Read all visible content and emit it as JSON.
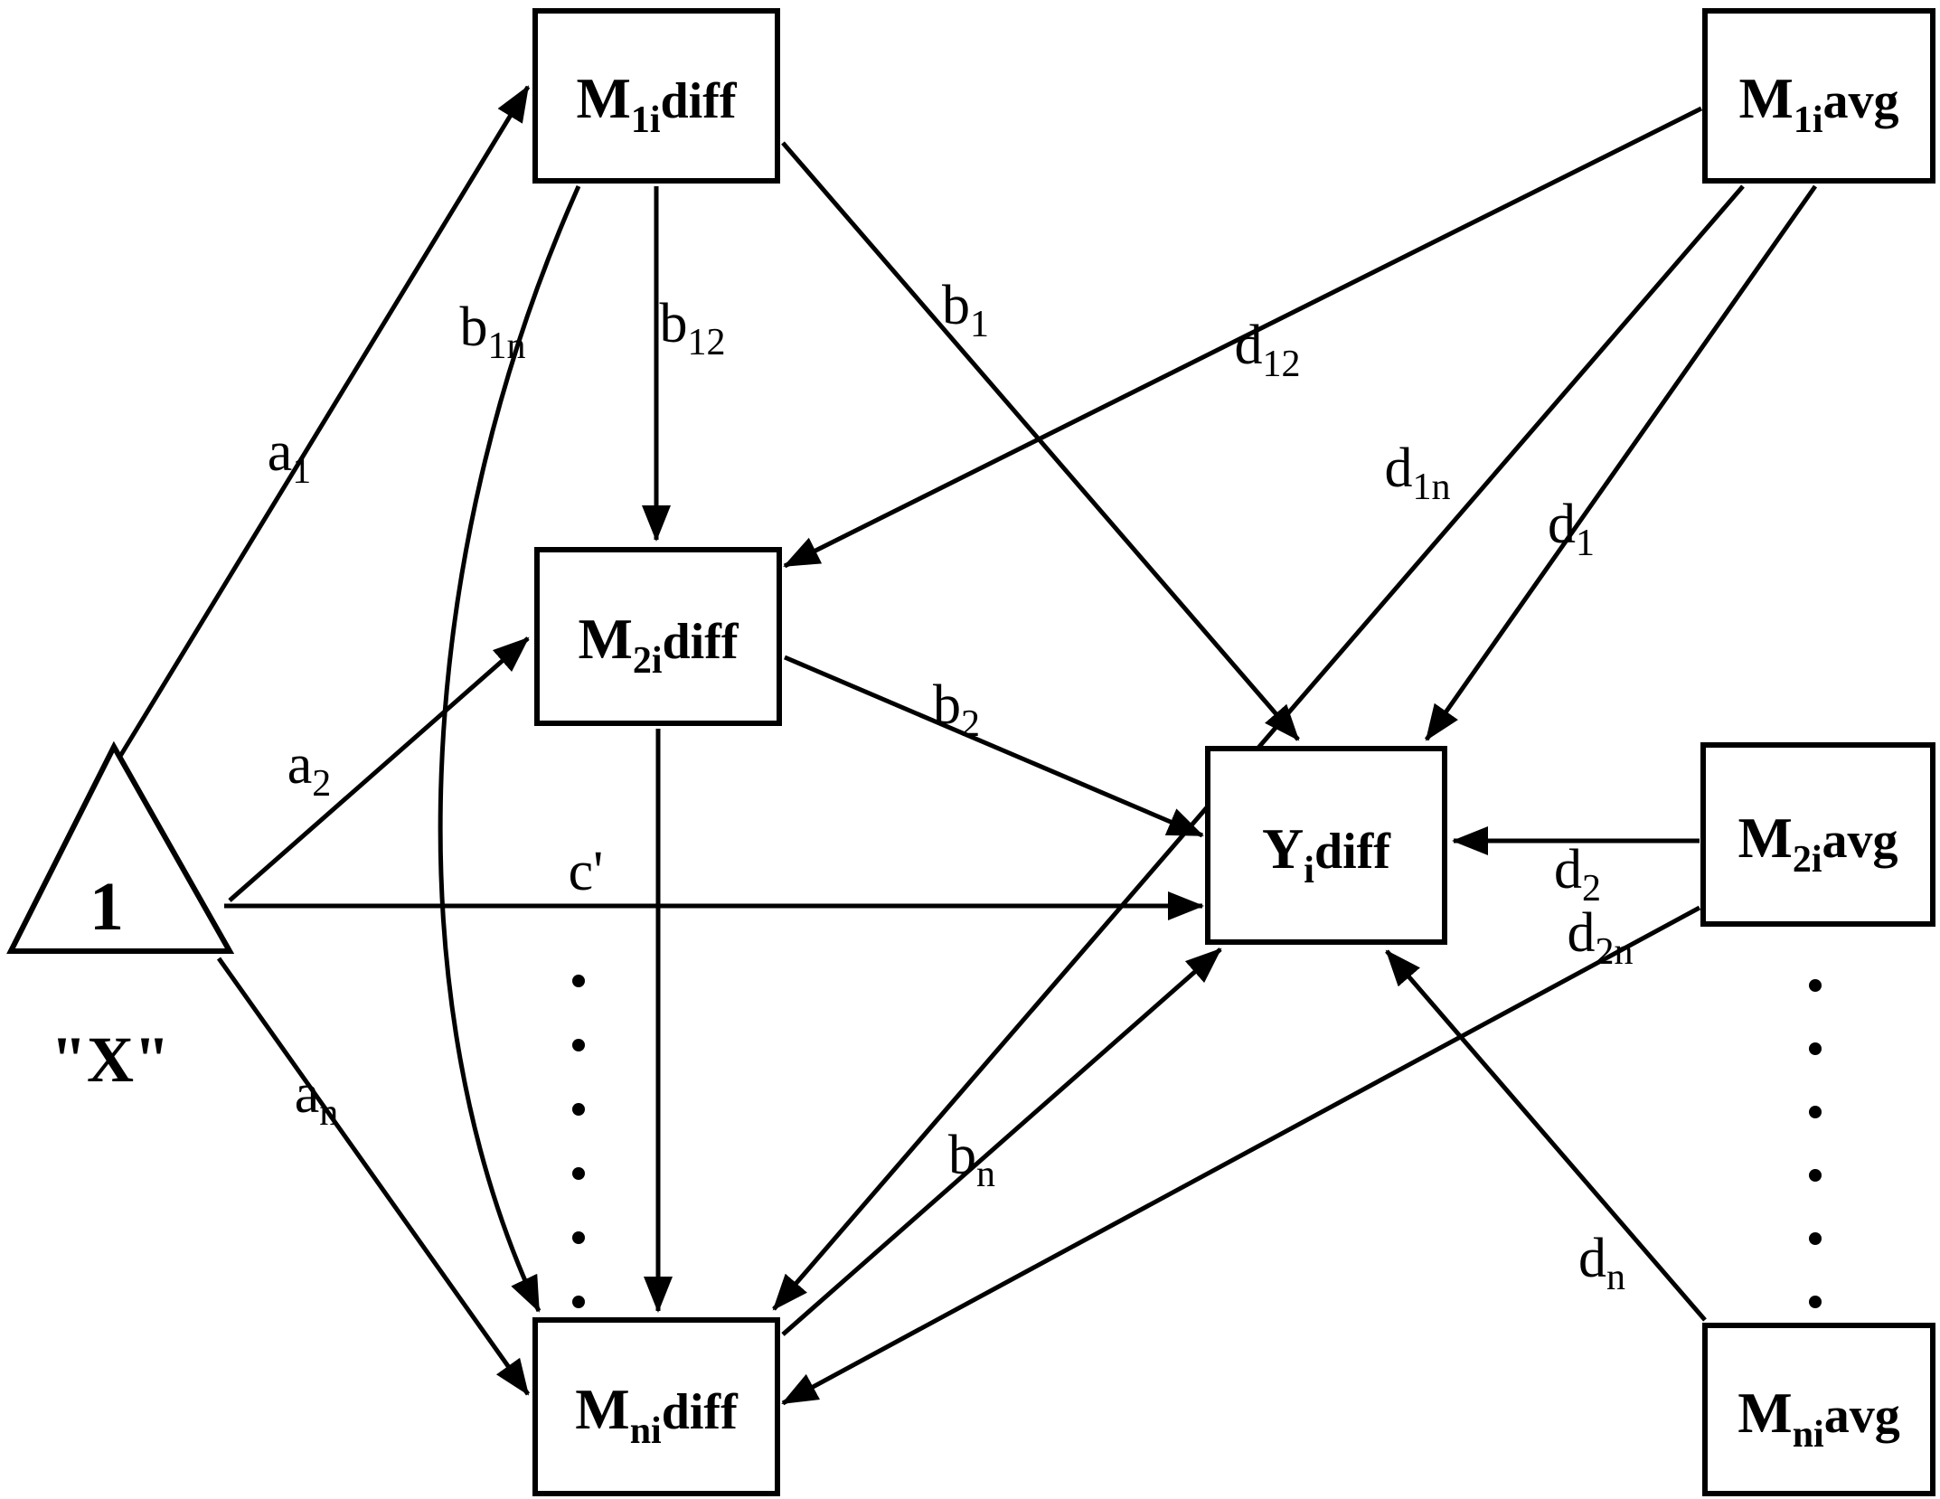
{
  "colors": {
    "ink": "#000000",
    "background": "#ffffff"
  },
  "nodes": {
    "x": {
      "label": "1",
      "caption": "\"X\""
    },
    "m1diff": {
      "base": "M",
      "sub": "1i",
      "suffix": "diff"
    },
    "m1avg": {
      "base": "M",
      "sub": "1i",
      "suffix": "avg"
    },
    "m2diff": {
      "base": "M",
      "sub": "2i",
      "suffix": "diff"
    },
    "ydiff": {
      "base": "Y",
      "sub": "i",
      "suffix": "diff"
    },
    "m2avg": {
      "base": "M",
      "sub": "2i",
      "suffix": "avg"
    },
    "mndiff": {
      "base": "M",
      "sub": "ni",
      "suffix": "diff"
    },
    "mnavg": {
      "base": "M",
      "sub": "ni",
      "suffix": "avg"
    }
  },
  "edge_labels": {
    "a1": {
      "base": "a",
      "sub": "1"
    },
    "a2": {
      "base": "a",
      "sub": "2"
    },
    "an": {
      "base": "a",
      "sub": "n"
    },
    "c_prime": {
      "base": "c'",
      "sub": ""
    },
    "b12": {
      "base": "b",
      "sub": "12"
    },
    "b1n": {
      "base": "b",
      "sub": "1n"
    },
    "b1": {
      "base": "b",
      "sub": "1"
    },
    "b2": {
      "base": "b",
      "sub": "2"
    },
    "bn": {
      "base": "b",
      "sub": "n"
    },
    "d12": {
      "base": "d",
      "sub": "12"
    },
    "d1n": {
      "base": "d",
      "sub": "1n"
    },
    "d1": {
      "base": "d",
      "sub": "1"
    },
    "d2": {
      "base": "d",
      "sub": "2"
    },
    "d2n": {
      "base": "d",
      "sub": "2n"
    },
    "dn": {
      "base": "d",
      "sub": "n"
    }
  },
  "edges": [
    {
      "from": "x",
      "to": "m1diff",
      "label": "a1"
    },
    {
      "from": "x",
      "to": "m2diff",
      "label": "a2"
    },
    {
      "from": "x",
      "to": "ydiff",
      "label": "c_prime"
    },
    {
      "from": "x",
      "to": "mndiff",
      "label": "an"
    },
    {
      "from": "m1diff",
      "to": "m2diff",
      "label": "b12"
    },
    {
      "from": "m1diff",
      "to": "mndiff",
      "label": "b1n"
    },
    {
      "from": "m1diff",
      "to": "ydiff",
      "label": "b1"
    },
    {
      "from": "m2diff",
      "to": "ydiff",
      "label": "b2"
    },
    {
      "from": "m2diff",
      "to": "mndiff",
      "label": ""
    },
    {
      "from": "mndiff",
      "to": "ydiff",
      "label": "bn"
    },
    {
      "from": "m1avg",
      "to": "m2diff",
      "label": "d12"
    },
    {
      "from": "m1avg",
      "to": "mndiff",
      "label": "d1n"
    },
    {
      "from": "m1avg",
      "to": "ydiff",
      "label": "d1"
    },
    {
      "from": "m2avg",
      "to": "ydiff",
      "label": "d2"
    },
    {
      "from": "m2avg",
      "to": "mndiff",
      "label": "d2n"
    },
    {
      "from": "mnavg",
      "to": "ydiff",
      "label": "dn"
    }
  ]
}
